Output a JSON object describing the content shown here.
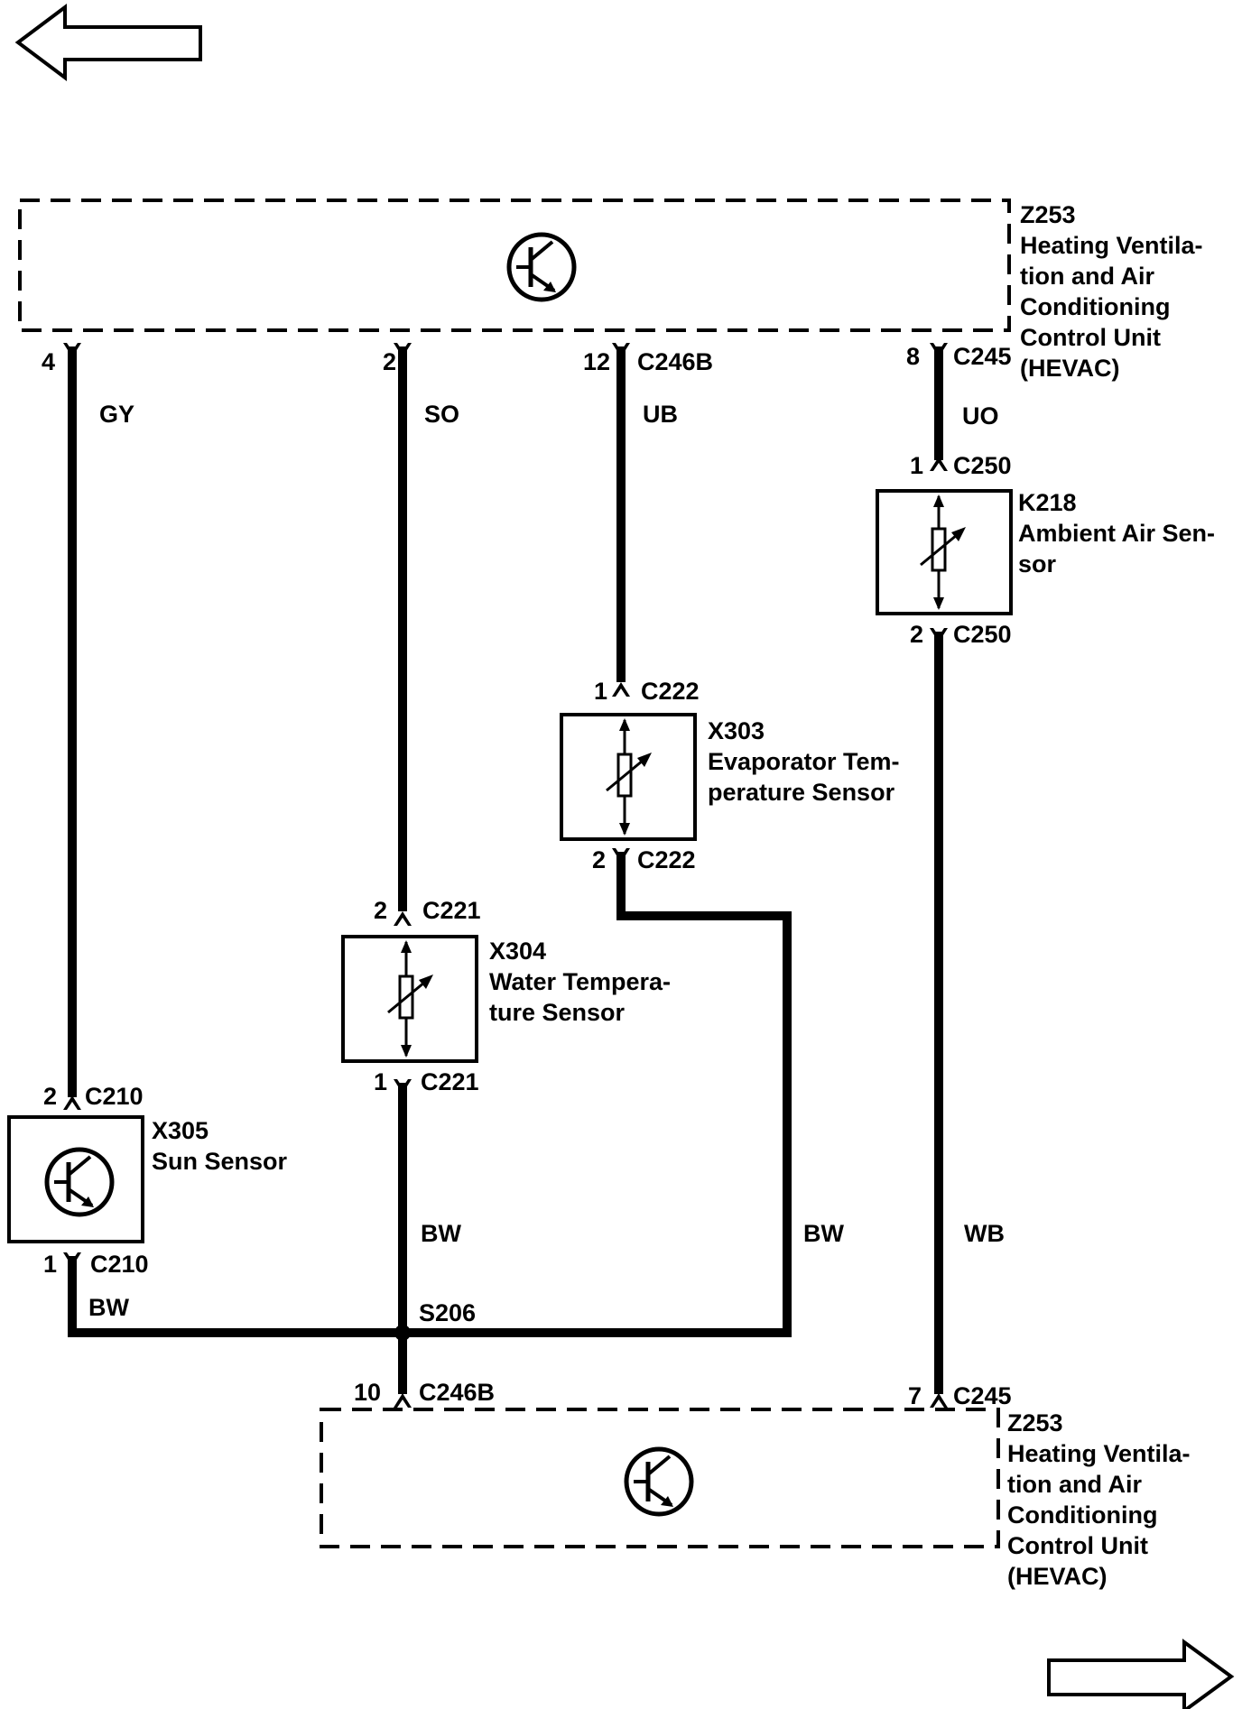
{
  "nav": {
    "back_icon": "left-arrow-icon",
    "forward_icon": "right-arrow-icon"
  },
  "modules": {
    "hevac_top": {
      "id": "Z253",
      "name_lines": [
        "Heating Ventila-",
        "tion and Air",
        "Conditioning",
        "Control Unit",
        "(HEVAC)"
      ],
      "icon": "transistor-icon"
    },
    "hevac_bottom": {
      "id": "Z253",
      "name_lines": [
        "Heating Ventila-",
        "tion and Air",
        "Conditioning",
        "Control Unit",
        "(HEVAC)"
      ],
      "icon": "transistor-icon"
    }
  },
  "components": {
    "ambient": {
      "id": "K218",
      "name_lines": [
        "Ambient Air Sen-",
        "sor"
      ],
      "icon": "thermistor-icon"
    },
    "evaporator": {
      "id": "X303",
      "name_lines": [
        "Evaporator Tem-",
        "perature Sensor"
      ],
      "icon": "thermistor-icon"
    },
    "water": {
      "id": "X304",
      "name_lines": [
        "Water Tempera-",
        "ture Sensor"
      ],
      "icon": "thermistor-icon"
    },
    "sun": {
      "id": "X305",
      "name_lines": [
        "Sun Sensor"
      ],
      "icon": "transistor-icon"
    }
  },
  "pins": {
    "top_gy": {
      "pin": "4",
      "connector": ""
    },
    "top_so": {
      "pin": "2",
      "connector": ""
    },
    "top_ub": {
      "pin": "12",
      "connector": "C246B"
    },
    "top_uo": {
      "pin": "8",
      "connector": "C245"
    },
    "ambient_in": {
      "pin": "1",
      "connector": "C250"
    },
    "ambient_out": {
      "pin": "2",
      "connector": "C250"
    },
    "evap_in": {
      "pin": "1",
      "connector": "C222"
    },
    "evap_out": {
      "pin": "2",
      "connector": "C222"
    },
    "water_in": {
      "pin": "2",
      "connector": "C221"
    },
    "water_out": {
      "pin": "1",
      "connector": "C221"
    },
    "sun_in": {
      "pin": "2",
      "connector": "C210"
    },
    "sun_out": {
      "pin": "1",
      "connector": "C210"
    },
    "bottom_bw": {
      "pin": "10",
      "connector": "C246B"
    },
    "bottom_wb": {
      "pin": "7",
      "connector": "C245"
    }
  },
  "wires": {
    "gy": "GY",
    "so": "SO",
    "ub": "UB",
    "uo": "UO",
    "bw_water": "BW",
    "bw_evap": "BW",
    "bw_sun": "BW",
    "wb": "WB"
  },
  "splice": {
    "id": "S206"
  }
}
